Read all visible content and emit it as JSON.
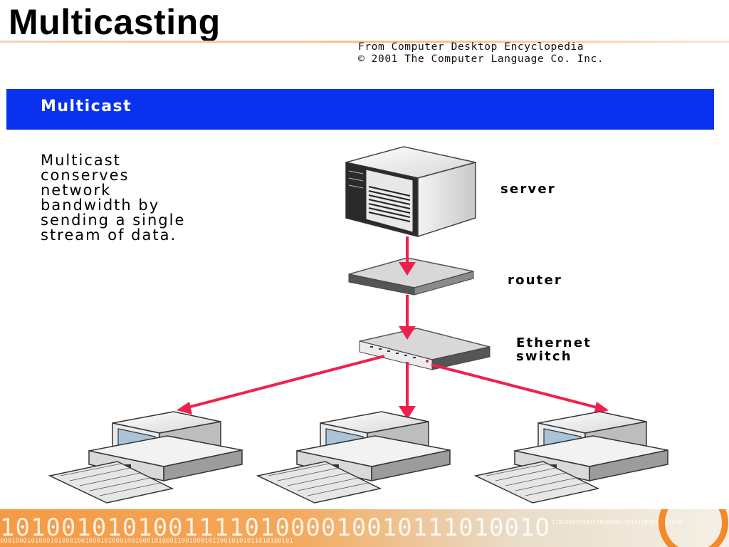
{
  "slide": {
    "title": "Multicasting",
    "credit_line1": "From Computer Desktop Encyclopedia",
    "credit_line2": "© 2001 The Computer Language Co. Inc.",
    "banner": "Multicast",
    "description": [
      "Multicast",
      "conserves",
      "network",
      "bandwidth by",
      "sending a single",
      "stream of data."
    ]
  },
  "diagram": {
    "nodes": {
      "server": "server",
      "router": "router",
      "switch_line1": "Ethernet",
      "switch_line2": "switch"
    },
    "arrow_color": "#f0204a",
    "client_count": 3
  },
  "footer": {
    "bits": "10100101010011110100001001011101001O",
    "bits_small": "11010101010111010000110101101010001010",
    "bits_row2": "0001000101000101000100100010100010010001010001100100010110010101011010100101"
  },
  "colors": {
    "banner": "#0a32ee",
    "accent_orange": "#f59a44"
  }
}
